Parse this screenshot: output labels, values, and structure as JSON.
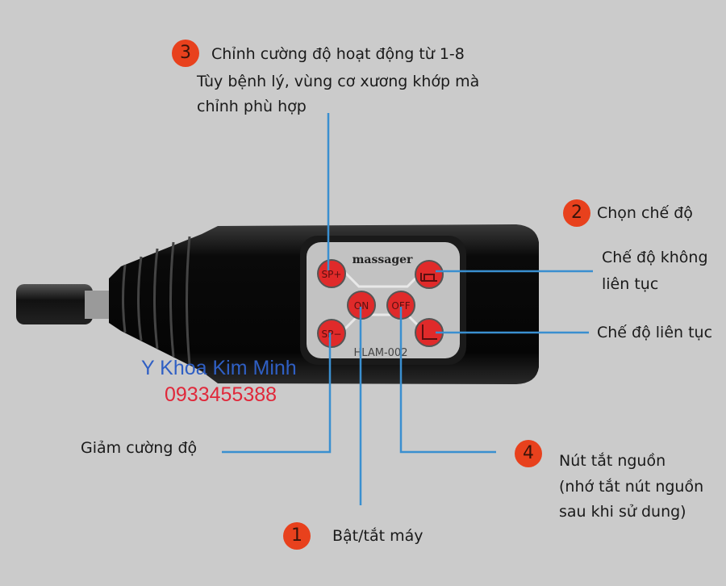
{
  "device": {
    "brand_label": "massager",
    "model_label": "HLAM-002",
    "buttons": {
      "sp_plus": "SP+",
      "sp_minus": "SP−",
      "on": "ON",
      "off": "OFF"
    }
  },
  "watermark": {
    "name": "Y Khoa Kim Minh",
    "phone": "0933455388"
  },
  "callouts": [
    {
      "number": "3",
      "lines": [
        "Chỉnh cường độ hoạt động từ 1-8",
        "Tùy bệnh lý, vùng cơ xương khớp mà",
        "chỉnh phù hợp"
      ]
    },
    {
      "number": "2",
      "lines": [
        "Chọn chế độ"
      ]
    },
    {
      "number": "",
      "lines": [
        "Chế độ không",
        "liên tục"
      ]
    },
    {
      "number": "",
      "lines": [
        "Chế độ liên tục"
      ]
    },
    {
      "number": "",
      "lines": [
        "Giảm cường độ"
      ]
    },
    {
      "number": "4",
      "lines": [
        "Nút tắt nguồn",
        "(nhớ tắt nút nguồn",
        "sau khi sử dung)"
      ]
    },
    {
      "number": "1",
      "lines": [
        "Bật/tắt máy"
      ]
    }
  ],
  "colors": {
    "background": "#cbcbcb",
    "badge": "#e8411d",
    "leader_line": "#3a8fd0",
    "button": "#e02a2a"
  }
}
